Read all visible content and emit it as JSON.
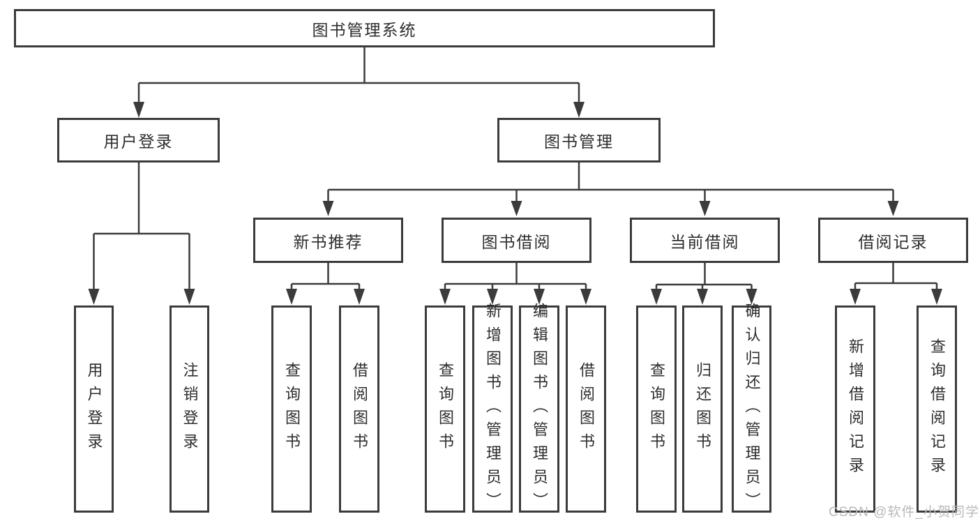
{
  "tree": {
    "label": "图书管理系统",
    "children": [
      {
        "label": "用户登录",
        "children": [
          {
            "label": "用户登录"
          },
          {
            "label": "注销登录"
          }
        ]
      },
      {
        "label": "图书管理",
        "children": [
          {
            "label": "新书推荐",
            "children": [
              {
                "label": "查询图书"
              },
              {
                "label": "借阅图书"
              }
            ]
          },
          {
            "label": "图书借阅",
            "children": [
              {
                "label": "查询图书"
              },
              {
                "label": "新增图书（管理员）"
              },
              {
                "label": "编辑图书（管理员）"
              },
              {
                "label": "借阅图书"
              }
            ]
          },
          {
            "label": "当前借阅",
            "children": [
              {
                "label": "查询图书"
              },
              {
                "label": "归还图书"
              },
              {
                "label": "确认归还（管理员）"
              }
            ]
          },
          {
            "label": "借阅记录",
            "children": [
              {
                "label": "新增借阅记录"
              },
              {
                "label": "查询借阅记录"
              }
            ]
          }
        ]
      }
    ]
  },
  "watermark": {
    "text": "CSDN @软件_小贺同学"
  },
  "colors": {
    "line": "#3b3b3b",
    "text": "#2d2d2d",
    "watermark_text": "#b9b9b9",
    "background": "#ffffff"
  }
}
